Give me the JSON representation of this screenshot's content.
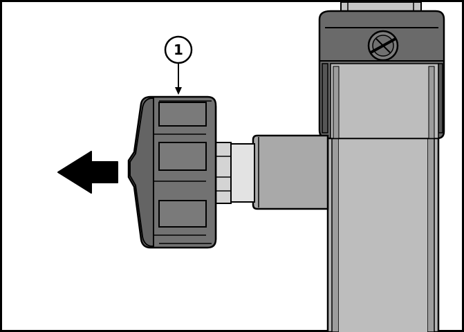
{
  "callout": {
    "number": "1"
  },
  "illustration": {
    "subject": "knob-removal",
    "direction": "left",
    "colors": {
      "outline": "#000000",
      "background": "#ffffff",
      "knob_dark": "#6b6b6b",
      "knob_mid": "#7a7a7a",
      "knob_light": "#8a8a8a",
      "tube_light": "#bdbdbd",
      "tube_mid": "#a8a8a8",
      "sleeve": "#e0e0e0",
      "cap_dark": "#616161"
    }
  }
}
